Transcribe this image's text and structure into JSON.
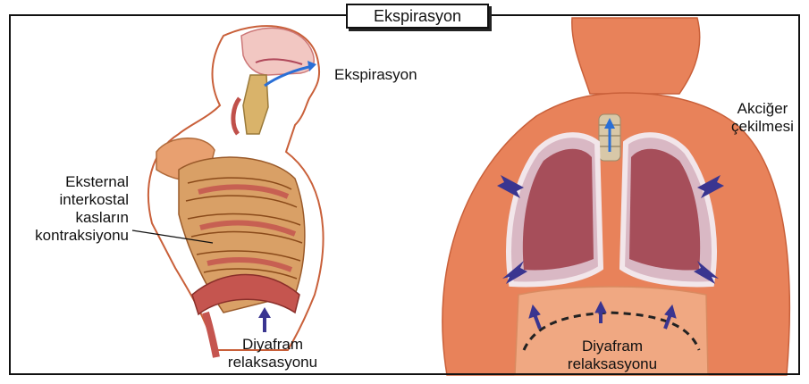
{
  "title": "Ekspirasyon",
  "labels": {
    "expiration_side": "Ekspirasyon",
    "lung_recoil_line1": "Akciğer",
    "lung_recoil_line2": "çekilmesi",
    "intercostal_line1": "Eksternal",
    "intercostal_line2": "interkostal",
    "intercostal_line3": "kasların",
    "intercostal_line4": "kontraksiyonu",
    "diaphragm_left_line1": "Diyafram",
    "diaphragm_left_line2": "relaksasyonu",
    "diaphragm_right_line1": "Diyafram",
    "diaphragm_right_line2": "relaksasyonu"
  },
  "colors": {
    "skin": "#e8825a",
    "skin_dark": "#c9603a",
    "lung": "#9c3b48",
    "lung_light": "#d9b8c4",
    "rib": "#d9a066",
    "muscle": "#c5554f",
    "arrow": "#3a3590",
    "airflow": "#2a6fd6"
  }
}
